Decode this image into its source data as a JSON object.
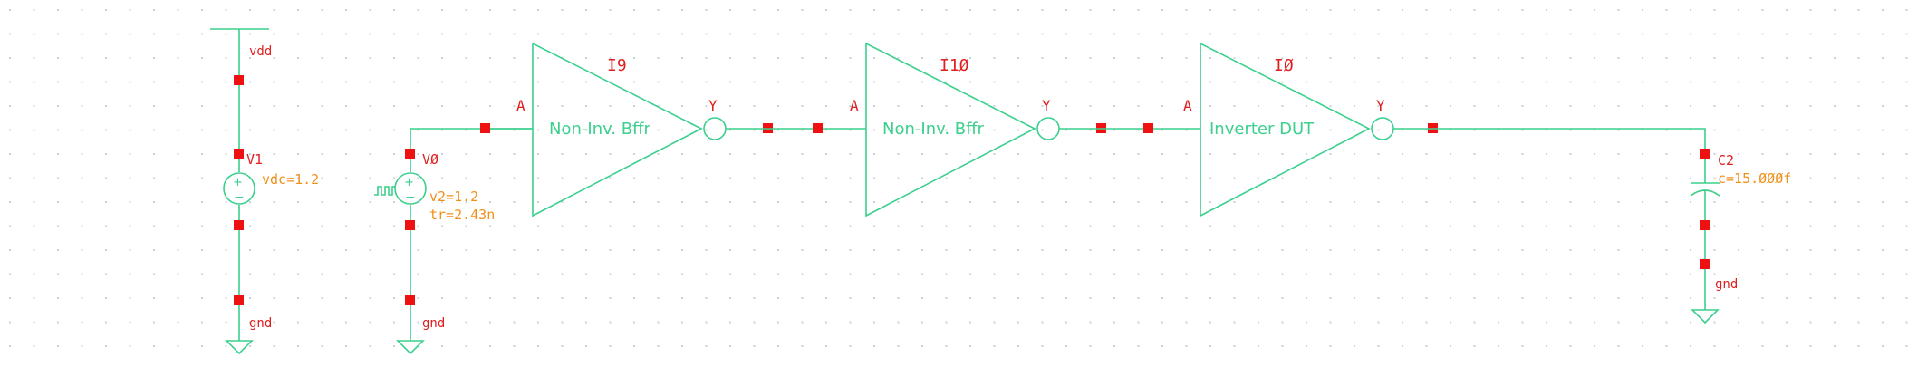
{
  "schematic": {
    "sources": {
      "v1": {
        "instance": "V1",
        "top_net": "vdd",
        "bottom_net": "gnd",
        "param": "vdc=1.2"
      },
      "v0": {
        "instance": "VØ",
        "bottom_net": "gnd",
        "param_v2": "v2=1.2",
        "param_tr": "tr=2.43n"
      }
    },
    "buffers": [
      {
        "instance": "I9",
        "label": "Non-Inv. Bffr",
        "in_pin": "A",
        "out_pin": "Y"
      },
      {
        "instance": "I1Ø",
        "label": "Non-Inv. Bffr",
        "in_pin": "A",
        "out_pin": "Y"
      },
      {
        "instance": "IØ",
        "label": "Inverter DUT",
        "in_pin": "A",
        "out_pin": "Y"
      }
    ],
    "load": {
      "instance": "C2",
      "param": "c=15.ØØØf",
      "bottom_net": "gnd"
    },
    "colors": {
      "background": "#ffffff",
      "grid_dot": "#cdd3da",
      "wire": "#3ccf8e",
      "pin": "#ee1111",
      "label": "#e02020",
      "param": "#f0901c"
    }
  }
}
